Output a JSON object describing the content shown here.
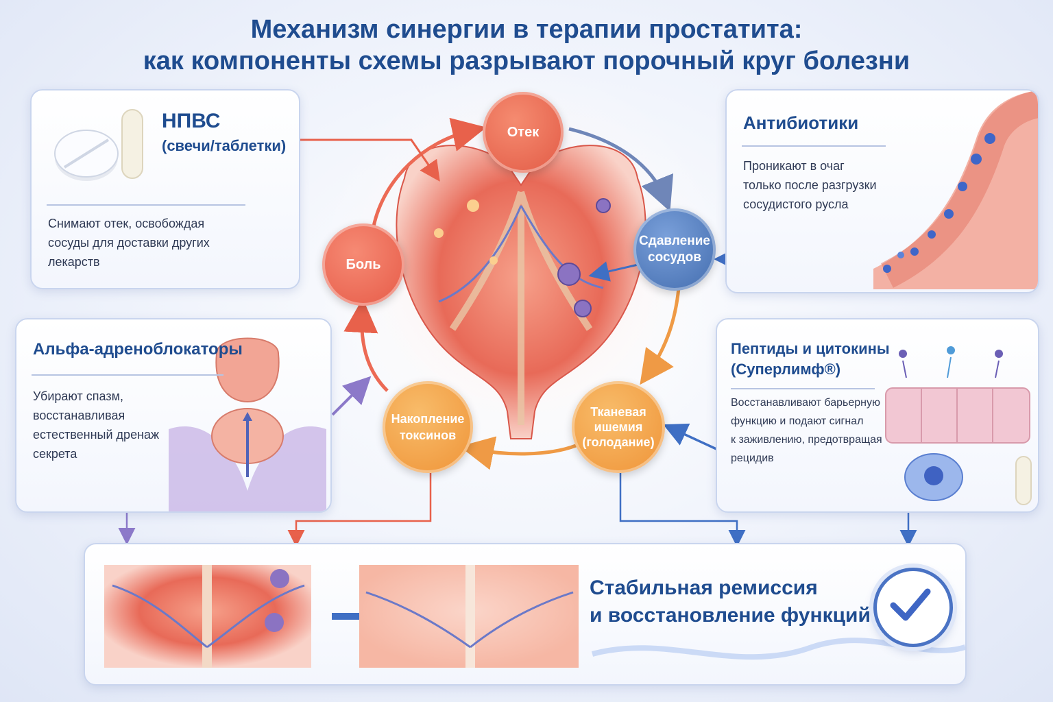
{
  "title": {
    "line1": "Механизм синергии в терапии простатита:",
    "line2": "как компоненты схемы разрывают порочный круг болезни"
  },
  "cards": {
    "nsaid": {
      "title": "НПВС",
      "subtitle": "(свечи/таблетки)",
      "text": [
        "Снимают отек, освобождая",
        "сосуды для доставки других",
        "лекарств"
      ],
      "icon": "pill-and-suppository-icon"
    },
    "antibiotics": {
      "title": "Антибиотики",
      "text": [
        "Проникают в очаг",
        "только после разгрузки",
        "сосудистого русла"
      ],
      "icon": "blood-vessel-illustration"
    },
    "alpha": {
      "title": "Альфа-адреноблокаторы",
      "text": [
        "Убирают спазм,",
        "восстанавливая",
        "естественный дренаж",
        "секрета"
      ],
      "icon": "bladder-illustration"
    },
    "peptides": {
      "title1": "Пептиды и цитокины",
      "title2": "(Суперлимф®)",
      "text": [
        "Восстанавливают барьерную",
        "функцию и подают сигнал",
        "к заживлению, предотвращая",
        "рецидив"
      ],
      "icon": "epithelium-cells-illustration"
    }
  },
  "cycle": {
    "edema": "Отек",
    "compression": [
      "Сдавление",
      "сосудов"
    ],
    "ischemia": [
      "Тканевая",
      "ишемия",
      "(голодание)"
    ],
    "toxins": [
      "Накопление",
      "токсинов"
    ],
    "pain": "Боль"
  },
  "colors": {
    "edema": "#ea6a4f",
    "compression": "#4f78b8",
    "ischemia": "#f2a14a",
    "toxins": "#f0a04b",
    "pain": "#ec6d57",
    "accent": "#1f4c8f"
  },
  "remission": {
    "line1": "Стабильная ремиссия",
    "line2": "и восстановление функций",
    "icon": "checkmark-icon"
  }
}
